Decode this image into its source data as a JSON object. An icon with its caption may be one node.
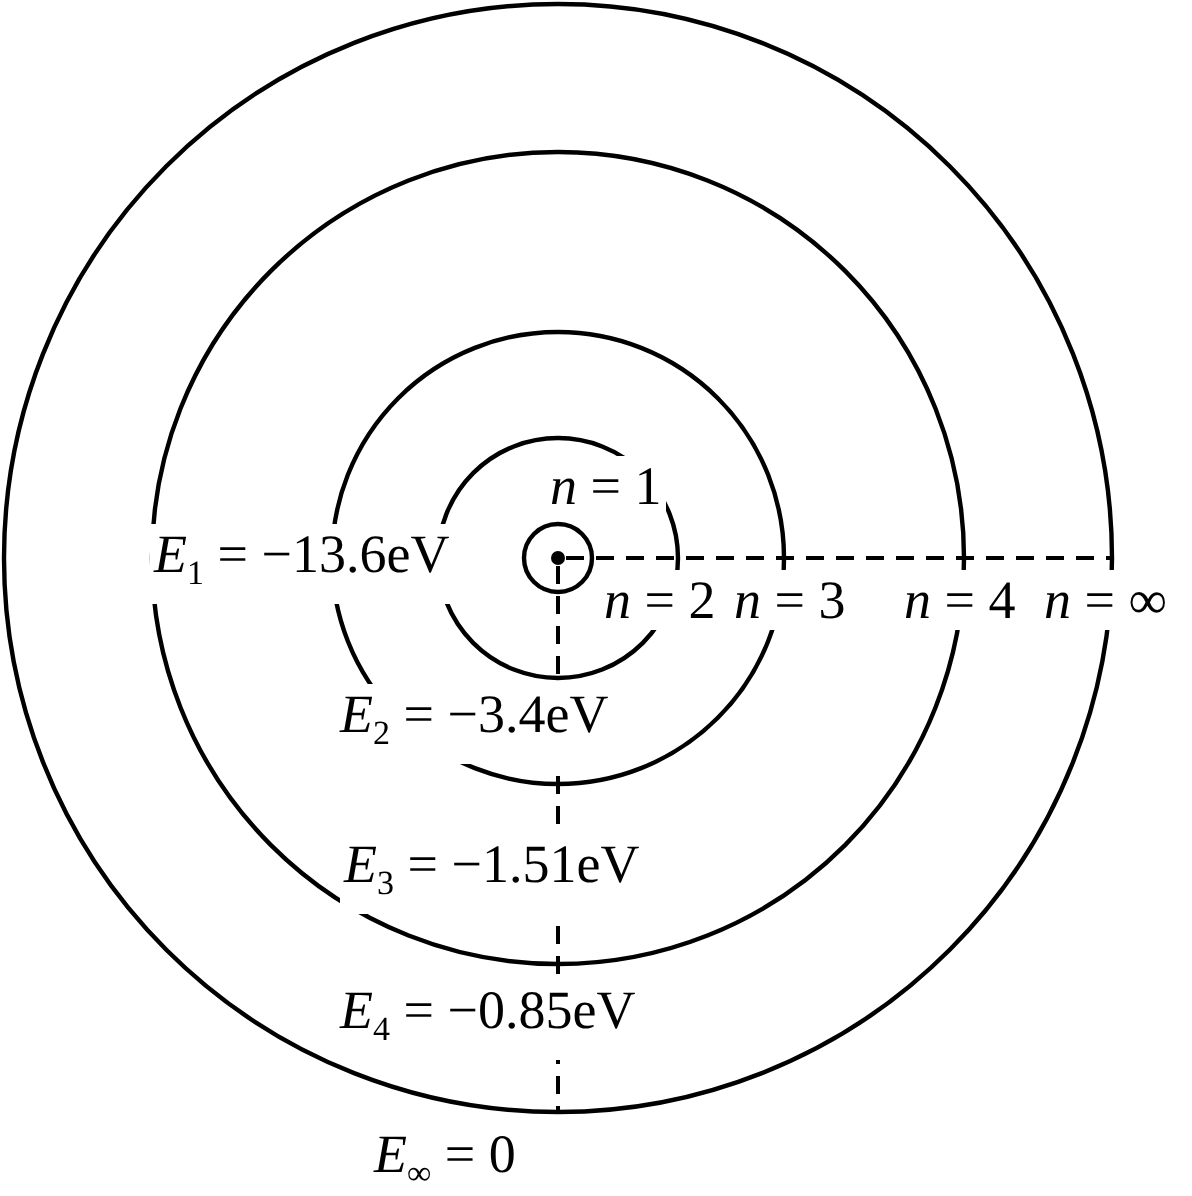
{
  "diagram": {
    "labels": [
      "*n* = 1",
      "*E*$_{1}$ = −13.6eV",
      "*n* = 2",
      "*n* = 3",
      "*n* = 4",
      "*n* = ∞",
      "*E*$_{2}$ = −3.4eV",
      "*E*$_{3}$ = −1.51eV",
      "*E*$_{4}$ = −0.85eV",
      "*E*$_{∞}$ = 0"
    ]
  }
}
